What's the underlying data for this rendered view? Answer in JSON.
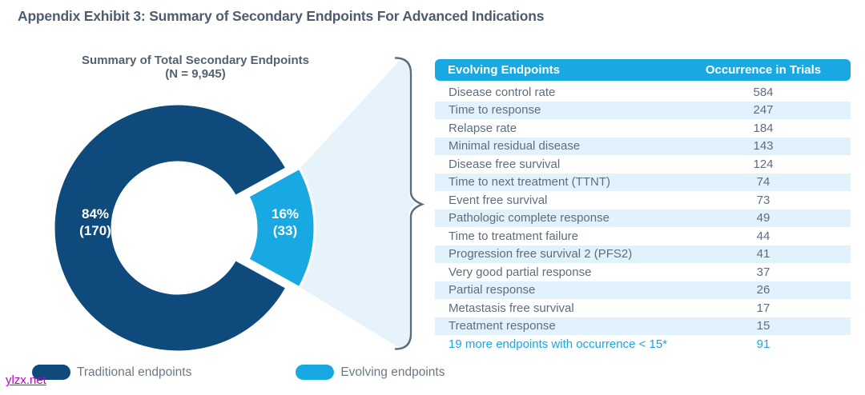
{
  "page_title": "Appendix Exhibit 3: Summary of Secondary Endpoints For Advanced Indications",
  "watermark": "ylzx.net",
  "colors": {
    "traditional_navy": "#0e4a7b",
    "evolving_blue": "#18a9e2",
    "funnel_light_blue": "#e6f3fb",
    "row_stripe": "#e2f2fc",
    "text_slate": "#5f6d7a",
    "title_slate": "#4e5d6d",
    "brace_gray": "#5a6b7d",
    "watermark_magenta": "#bf00bf"
  },
  "donut": {
    "title": "Summary of Total Secondary Endpoints",
    "subtitle": "(N = 9,945)",
    "segments": [
      {
        "name": "Traditional endpoints",
        "pct_label": "84%",
        "count_label": "(170)"
      },
      {
        "name": "Evolving endpoints",
        "pct_label": "16%",
        "count_label": "(33)"
      }
    ]
  },
  "legend": {
    "traditional": "Traditional endpoints",
    "evolving": "Evolving endpoints"
  },
  "table": {
    "header": {
      "endpoint": "Evolving Endpoints",
      "occurrence": "Occurrence in Trials"
    },
    "rows": [
      {
        "label": "Disease control rate",
        "value": "584"
      },
      {
        "label": "Time to response",
        "value": "247"
      },
      {
        "label": "Relapse rate",
        "value": "184"
      },
      {
        "label": "Minimal residual disease",
        "value": "143"
      },
      {
        "label": "Disease free survival",
        "value": "124"
      },
      {
        "label": "Time to next treatment (TTNT)",
        "value": "74"
      },
      {
        "label": "Event free survival",
        "value": "73"
      },
      {
        "label": "Pathologic complete response",
        "value": "49"
      },
      {
        "label": "Time to treatment failure",
        "value": "44"
      },
      {
        "label": "Progression free survival 2 (PFS2)",
        "value": "41"
      },
      {
        "label": "Very good partial response",
        "value": "37"
      },
      {
        "label": "Partial response",
        "value": "26"
      },
      {
        "label": "Metastasis free survival",
        "value": "17"
      },
      {
        "label": "Treatment response",
        "value": "15"
      },
      {
        "label": "19 more endpoints with occurrence < 15*",
        "value": "91",
        "highlight": true
      }
    ]
  },
  "chart_data": [
    {
      "type": "pie",
      "donut": true,
      "title": "Summary of Total Secondary Endpoints",
      "subtitle": "(N = 9,945)",
      "total_n": 9945,
      "series": [
        {
          "name": "Traditional endpoints",
          "percent": 84,
          "count": 170,
          "color": "#0e4a7b"
        },
        {
          "name": "Evolving endpoints",
          "percent": 16,
          "count": 33,
          "color": "#18a9e2"
        }
      ],
      "legend_position": "bottom"
    },
    {
      "type": "table",
      "title": "Evolving Endpoints",
      "columns": [
        "Evolving Endpoints",
        "Occurrence in Trials"
      ],
      "rows": [
        [
          "Disease control rate",
          584
        ],
        [
          "Time to response",
          247
        ],
        [
          "Relapse rate",
          184
        ],
        [
          "Minimal residual disease",
          143
        ],
        [
          "Disease free survival",
          124
        ],
        [
          "Time to next treatment (TTNT)",
          74
        ],
        [
          "Event free survival",
          73
        ],
        [
          "Pathologic complete response",
          49
        ],
        [
          "Time to treatment failure",
          44
        ],
        [
          "Progression free survival 2 (PFS2)",
          41
        ],
        [
          "Very good partial response",
          37
        ],
        [
          "Partial response",
          26
        ],
        [
          "Metastasis free survival",
          17
        ],
        [
          "Treatment response",
          15
        ],
        [
          "19 more endpoints with occurrence < 15*",
          91
        ]
      ]
    }
  ]
}
